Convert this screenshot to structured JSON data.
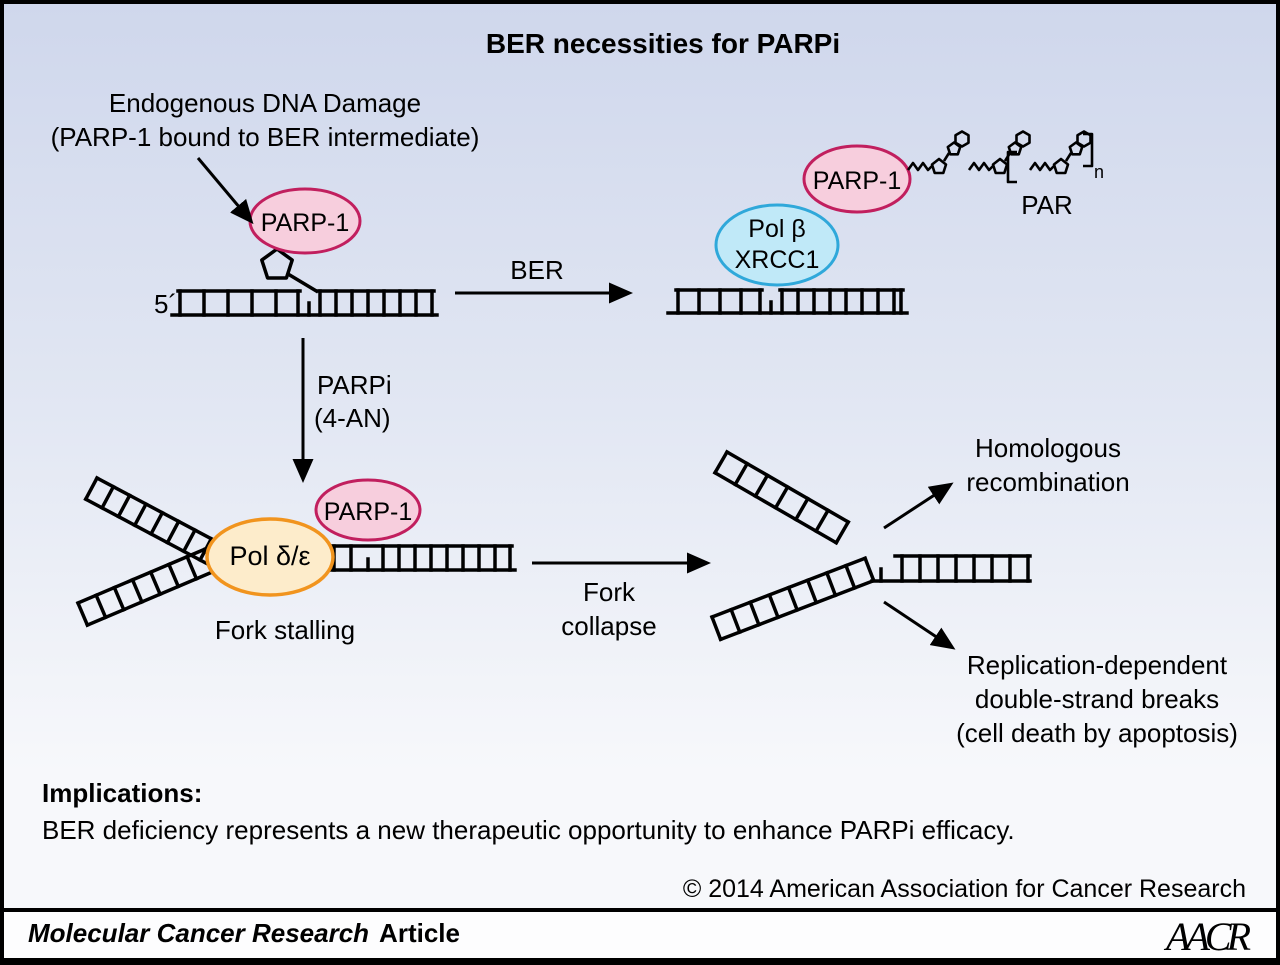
{
  "title": "BER necessities for PARPi",
  "labels": {
    "endogenous_line1": "Endogenous DNA Damage",
    "endogenous_line2": "(PARP-1 bound to BER intermediate)",
    "five_prime": "5´",
    "parp1": "PARP-1",
    "ber": "BER",
    "polb_line1": "Pol β",
    "polb_line2": "XRCC1",
    "par": "PAR",
    "par_subscript": "n",
    "parpi_line1": "PARPi",
    "parpi_line2": "(4-AN)",
    "pol_de": "Pol δ/ε",
    "fork_stalling": "Fork stalling",
    "fork_collapse_line1": "Fork",
    "fork_collapse_line2": "collapse",
    "hr_line1": "Homologous",
    "hr_line2": "recombination",
    "repl_line1": "Replication-dependent",
    "repl_line2": "double-strand breaks",
    "repl_line3": "(cell death by apoptosis)"
  },
  "implications": {
    "heading": "Implications:",
    "body": "BER deficiency represents a new therapeutic opportunity to enhance PARPi efficacy."
  },
  "footer": {
    "copyright": "© 2014 American Association for Cancer Research",
    "journal": "Molecular Cancer Research",
    "article_label": "Article",
    "logo": "AACR"
  },
  "colors": {
    "bg_top": "#cfd7ec",
    "bg_mid": "#e2e7f3",
    "bg_bottom": "#f7f8fb",
    "parp_fill": "#f7cedd",
    "parp_stroke": "#c11f5e",
    "polb_fill": "#c0e9f8",
    "polb_stroke": "#2fa8da",
    "polde_fill": "#fdeccb",
    "polde_stroke": "#f1941e",
    "ink": "#000000",
    "footer_bg": "#fdfdfe"
  }
}
